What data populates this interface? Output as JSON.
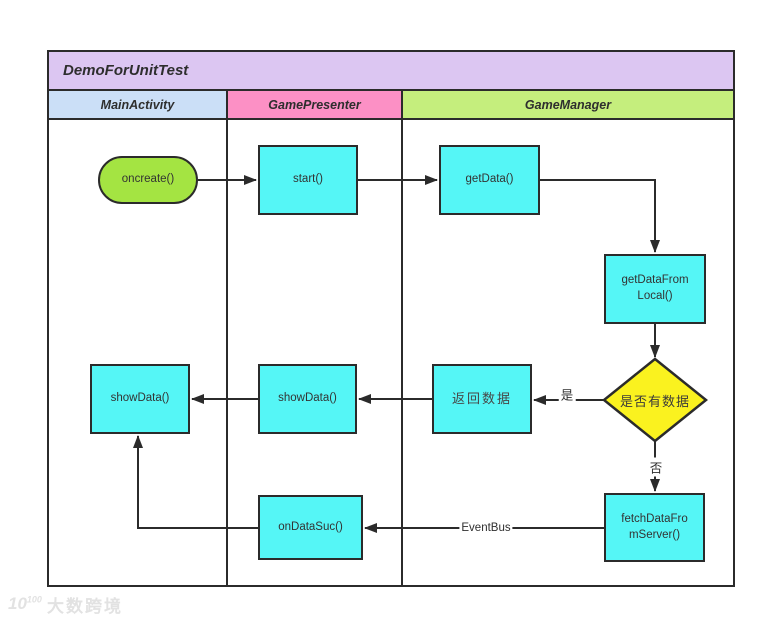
{
  "title": "DemoForUnitTest",
  "lanes": {
    "main_activity": {
      "label": "MainActivity",
      "color": "#cbdff7"
    },
    "game_presenter": {
      "label": "GamePresenter",
      "color": "#fc90c5"
    },
    "game_manager": {
      "label": "GameManager",
      "color": "#c5ee7d"
    }
  },
  "nodes": {
    "oncreate": {
      "label": "oncreate()",
      "shape": "stadium",
      "fill": "#a4e442"
    },
    "start": {
      "label": "start()",
      "shape": "process",
      "fill": "#55f6f6"
    },
    "get_data": {
      "label": "getData()",
      "shape": "process",
      "fill": "#55f6f6"
    },
    "get_data_from_local": {
      "line1": "getDataFrom",
      "line2": "Local()",
      "shape": "process",
      "fill": "#55f6f6"
    },
    "has_data_decision": {
      "label": "是否有数据",
      "shape": "decision",
      "fill": "#faf21f"
    },
    "return_data": {
      "label": "返回数据",
      "shape": "process",
      "fill": "#55f6f6"
    },
    "show_data_presenter": {
      "label": "showData()",
      "shape": "process",
      "fill": "#55f6f6"
    },
    "show_data_activity": {
      "label": "showData()",
      "shape": "process",
      "fill": "#55f6f6"
    },
    "on_data_suc": {
      "label": "onDataSuc()",
      "shape": "process",
      "fill": "#55f6f6"
    },
    "fetch_data_from_server": {
      "line1": "fetchDataFro",
      "line2": "mServer()",
      "shape": "process",
      "fill": "#55f6f6"
    }
  },
  "edge_labels": {
    "yes": "是",
    "no": "否",
    "eventbus": "EventBus"
  },
  "colors": {
    "title_bg": "#dcc6f2",
    "lane_main_activity": "#cbdff7",
    "lane_game_presenter": "#fc90c5",
    "lane_game_manager": "#c5ee7d",
    "process_fill": "#55f6f6",
    "terminator_fill": "#a4e442",
    "decision_fill": "#faf21f",
    "line": "#2b2b2b"
  },
  "watermark": {
    "logo_base": "10",
    "logo_exp": "100",
    "text": "大数跨境"
  }
}
